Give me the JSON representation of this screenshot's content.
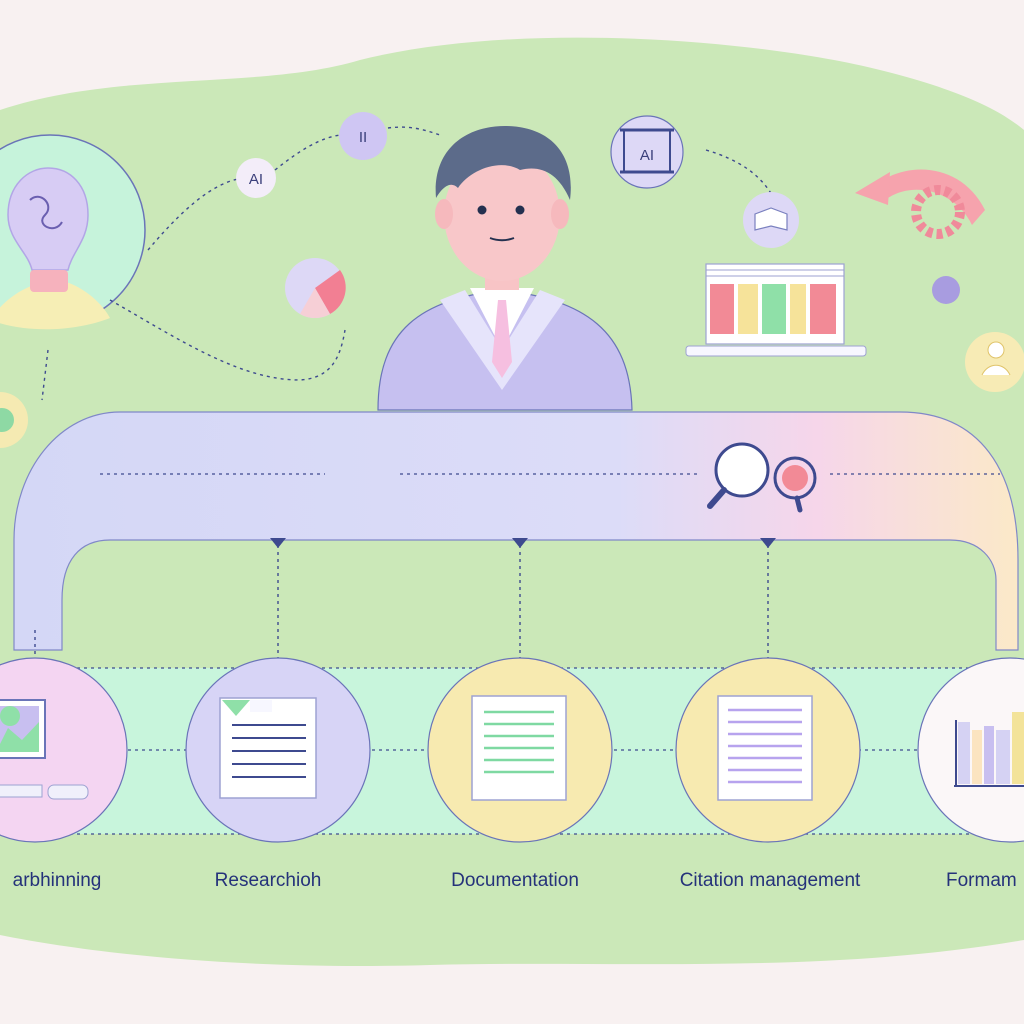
{
  "badges": {
    "ai_small": "AI",
    "ai_pause": "II",
    "ai_frame": "AI"
  },
  "stages": [
    {
      "id": "brainstorming",
      "label": "arbhinning"
    },
    {
      "id": "research",
      "label": "Researchioh"
    },
    {
      "id": "documentation",
      "label": "Documentation"
    },
    {
      "id": "citation",
      "label": "Citation management"
    },
    {
      "id": "formatting",
      "label": "Formam"
    }
  ],
  "colors": {
    "background": "#f8f1f1",
    "meadow": "#cbe8b8",
    "pipe": "#d9dcf7",
    "track": "#c8f5dc",
    "label_text": "#25327a",
    "accent_purple": "#c7bdf0",
    "accent_yellow": "#f7eab0",
    "accent_pink": "#f6aab3"
  }
}
